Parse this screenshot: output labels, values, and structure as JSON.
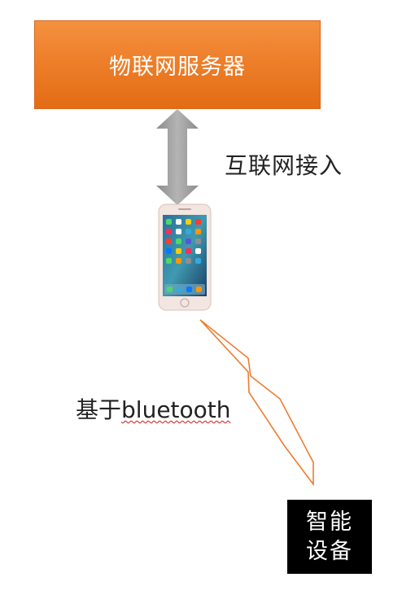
{
  "server": {
    "label": "物联网服务器"
  },
  "connections": {
    "internet_label": "互联网接入",
    "bluetooth_prefix": "基于",
    "bluetooth_word": "bluetooth"
  },
  "device": {
    "line1": "智能",
    "line2": "设备"
  },
  "colors": {
    "server_fill": "#ee7f2a",
    "arrow_fill": "#9b9b9b",
    "bolt_stroke": "#ed7d31",
    "device_fill": "#000000"
  },
  "icons": {
    "arrow": "double-headed-vertical-arrow",
    "phone": "smartphone-image",
    "bolt": "lightning-bolt-wireless-link"
  }
}
